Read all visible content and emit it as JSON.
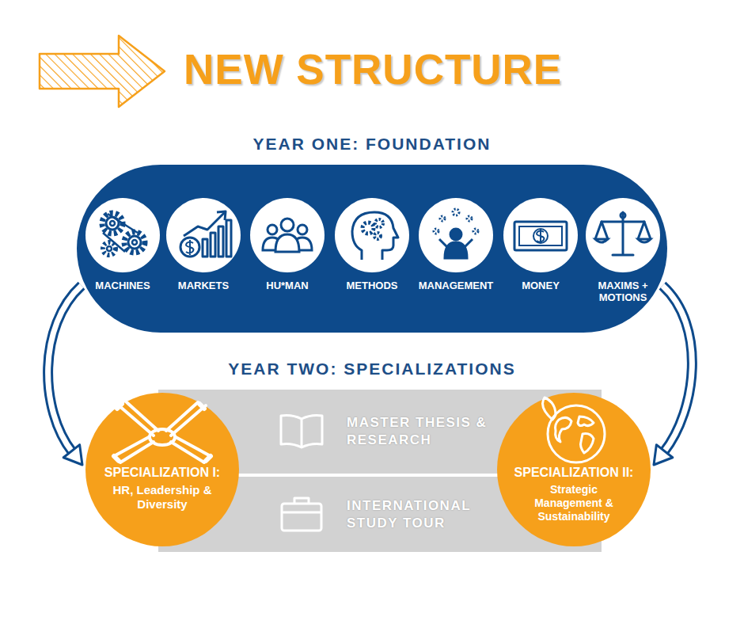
{
  "diagram": {
    "title": "NEW STRUCTURE",
    "nodes": [
      {
        "text": [
          "YEAR ONE: FOUNDATION"
        ]
      },
      {
        "text": [
          "MACHINES"
        ],
        "in": 0
      },
      {
        "text": [
          "MARKETS"
        ],
        "in": 0
      },
      {
        "text": [
          "HU*MAN"
        ],
        "in": 0
      },
      {
        "text": [
          "METHODS"
        ],
        "in": 0
      },
      {
        "text": [
          "MANAGEMENT"
        ],
        "in": 0
      },
      {
        "text": [
          "MONEY"
        ],
        "in": 0
      },
      {
        "text": [
          "MAXIMS + MOTIONS"
        ],
        "in": 0
      },
      {
        "text": [
          "YEAR TWO: SPECIALIZATIONS"
        ]
      },
      {
        "text": [
          "SPECIALIZATION I:",
          "HR, Leadership & Diversity"
        ],
        "in": 8
      },
      {
        "text": [
          "MASTER THESIS & RESEARCH"
        ],
        "in": 8
      },
      {
        "text": [
          "INTERNATIONAL STUDY TOUR"
        ],
        "in": 8
      },
      {
        "text": [
          "SPECIALIZATION II:",
          "Strategic Management & Sustainability"
        ],
        "in": 8
      }
    ],
    "edges": [
      {
        "from": 0,
        "to": 9,
        "arrow": "to"
      },
      {
        "from": 0,
        "to": 12,
        "arrow": "to"
      }
    ]
  }
}
